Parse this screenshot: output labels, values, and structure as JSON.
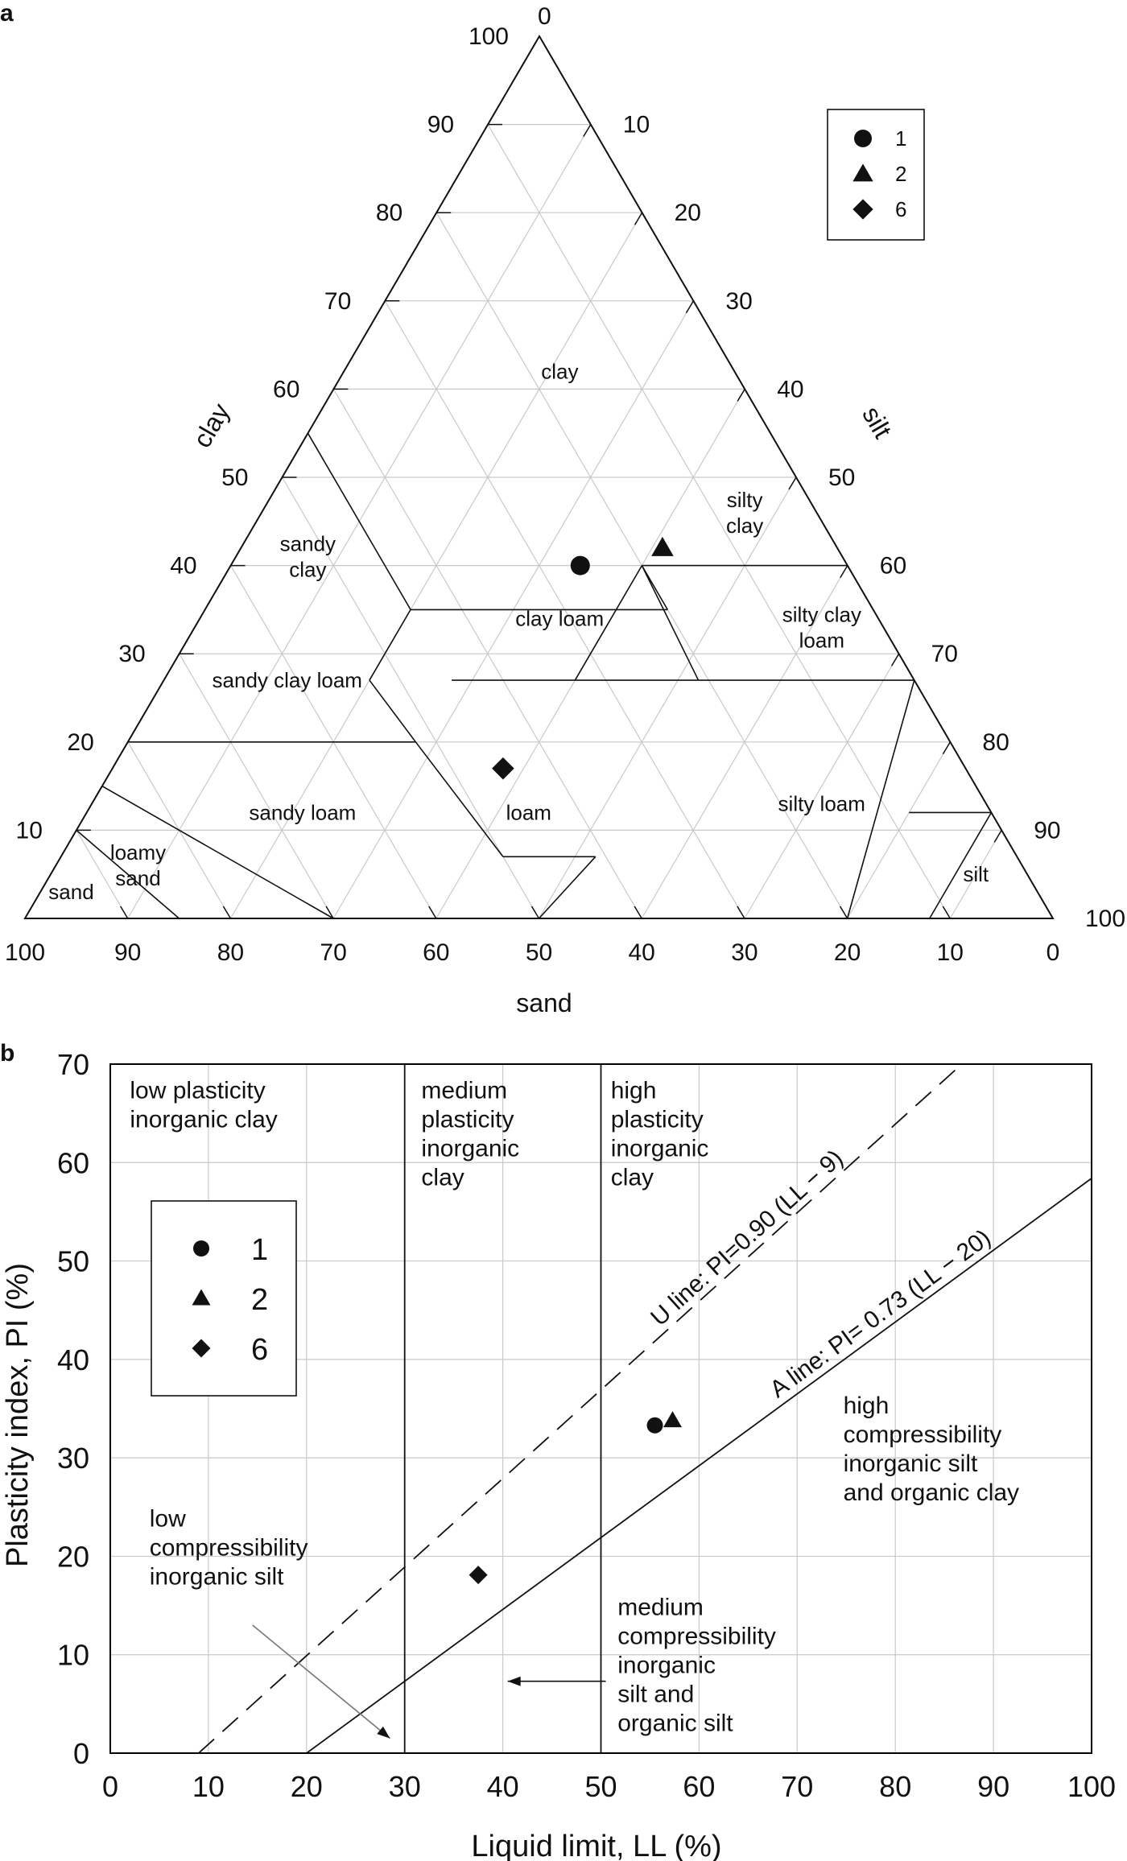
{
  "colors": {
    "ink": "#111111",
    "grid": "#c9c9c9",
    "frame": "#000000"
  },
  "chart_data": [
    {
      "type": "scatter",
      "subtype": "ternary",
      "panel": "a",
      "axes": {
        "left": "clay",
        "right": "silt",
        "bottom": "sand"
      },
      "ticks": {
        "clay": [
          "0",
          "10",
          "20",
          "30",
          "40",
          "50",
          "60",
          "70",
          "80",
          "90",
          "100"
        ],
        "silt": [
          "0",
          "10",
          "20",
          "30",
          "40",
          "50",
          "60",
          "70",
          "80",
          "90",
          "100"
        ],
        "sand": [
          "100",
          "90",
          "80",
          "70",
          "60",
          "50",
          "40",
          "30",
          "20",
          "10",
          "0"
        ]
      },
      "grid": true,
      "legend": {
        "position": "top-right",
        "entries": [
          {
            "label": "1",
            "marker": "circle"
          },
          {
            "label": "2",
            "marker": "triangle"
          },
          {
            "label": "6",
            "marker": "diamond"
          }
        ]
      },
      "regions": [
        {
          "name": "clay",
          "lines": [
            "clay"
          ],
          "clay": 62,
          "silt": 21
        },
        {
          "name": "sandy clay",
          "lines": [
            "sandy",
            "clay"
          ],
          "clay": 41,
          "silt": 7
        },
        {
          "name": "silty clay",
          "lines": [
            "silty",
            "clay"
          ],
          "clay": 46,
          "silt": 47
        },
        {
          "name": "clay loam",
          "lines": [
            "clay loam"
          ],
          "clay": 34,
          "silt": 35
        },
        {
          "name": "silty clay loam",
          "lines": [
            "silty clay",
            "loam"
          ],
          "clay": 33,
          "silt": 61
        },
        {
          "name": "sandy clay loam",
          "lines": [
            "sandy clay loam"
          ],
          "clay": 27,
          "silt": 12
        },
        {
          "name": "loam",
          "lines": [
            "loam"
          ],
          "clay": 12,
          "silt": 43
        },
        {
          "name": "sandy loam",
          "lines": [
            "sandy loam"
          ],
          "clay": 12,
          "silt": 21
        },
        {
          "name": "silty loam",
          "lines": [
            "silty loam"
          ],
          "clay": 13,
          "silt": 71
        },
        {
          "name": "loamy sand",
          "lines": [
            "loamy",
            "sand"
          ],
          "clay": 6,
          "silt": 8
        },
        {
          "name": "sand",
          "lines": [
            "sand"
          ],
          "clay": 3,
          "silt": 3
        },
        {
          "name": "silt",
          "lines": [
            "silt"
          ],
          "clay": 5,
          "silt": 90
        }
      ],
      "points": [
        {
          "series": "1",
          "clay": 40,
          "silt": 34,
          "sand": 26
        },
        {
          "series": "2",
          "clay": 42,
          "silt": 41,
          "sand": 17
        },
        {
          "series": "6",
          "clay": 17,
          "silt": 38,
          "sand": 45
        }
      ]
    },
    {
      "type": "scatter",
      "panel": "b",
      "xlabel": "Liquid limit, LL (%)",
      "ylabel": "Plasticity index, PI (%)",
      "xlim": [
        0,
        100
      ],
      "ylim": [
        0,
        70
      ],
      "xticks": [
        0,
        10,
        20,
        30,
        40,
        50,
        60,
        70,
        80,
        90,
        100
      ],
      "yticks": [
        0,
        10,
        20,
        30,
        40,
        50,
        60,
        70
      ],
      "grid": true,
      "legend": {
        "position": "left",
        "entries": [
          {
            "label": "1",
            "marker": "circle"
          },
          {
            "label": "2",
            "marker": "triangle"
          },
          {
            "label": "6",
            "marker": "diamond"
          }
        ]
      },
      "vertical_lines": [
        30,
        50
      ],
      "lines": [
        {
          "label": "U line:  PI=0.90 (LL − 9)",
          "slope": 0.9,
          "intercept_ll": 9,
          "style": "dashed",
          "label_at_ll": 56
        },
        {
          "label": "A line: PI= 0.73 (LL − 20)",
          "slope": 0.73,
          "intercept_ll": 20,
          "style": "solid",
          "label_at_ll": 68
        }
      ],
      "regions": [
        {
          "lines": [
            "low plasticity",
            "inorganic clay"
          ],
          "x": 2,
          "y": 68
        },
        {
          "lines": [
            "medium",
            "plasticity",
            "inorganic",
            "clay"
          ],
          "x": 31.7,
          "y": 68
        },
        {
          "lines": [
            "high",
            "plasticity",
            "inorganic",
            "clay"
          ],
          "x": 51,
          "y": 68
        },
        {
          "lines": [
            "high",
            "compressibility",
            "inorganic silt",
            "and organic clay"
          ],
          "x": 74.7,
          "y": 36
        },
        {
          "lines": [
            "low",
            "compressibility",
            "inorganic silt"
          ],
          "x": 4,
          "y": 24.5
        },
        {
          "lines": [
            "medium",
            "compressibility",
            "inorganic",
            "silt and",
            "organic silt"
          ],
          "x": 51.7,
          "y": 15.5
        }
      ],
      "arrows": [
        {
          "from": [
            14.5,
            13
          ],
          "to": [
            28.5,
            1.5
          ]
        },
        {
          "from": [
            50.5,
            7.3
          ],
          "to": [
            40.5,
            7.3
          ]
        }
      ],
      "points": [
        {
          "series": "1",
          "x": 55.5,
          "y": 33.3
        },
        {
          "series": "2",
          "x": 57.3,
          "y": 33.8
        },
        {
          "series": "6",
          "x": 37.5,
          "y": 18.1
        }
      ]
    }
  ]
}
